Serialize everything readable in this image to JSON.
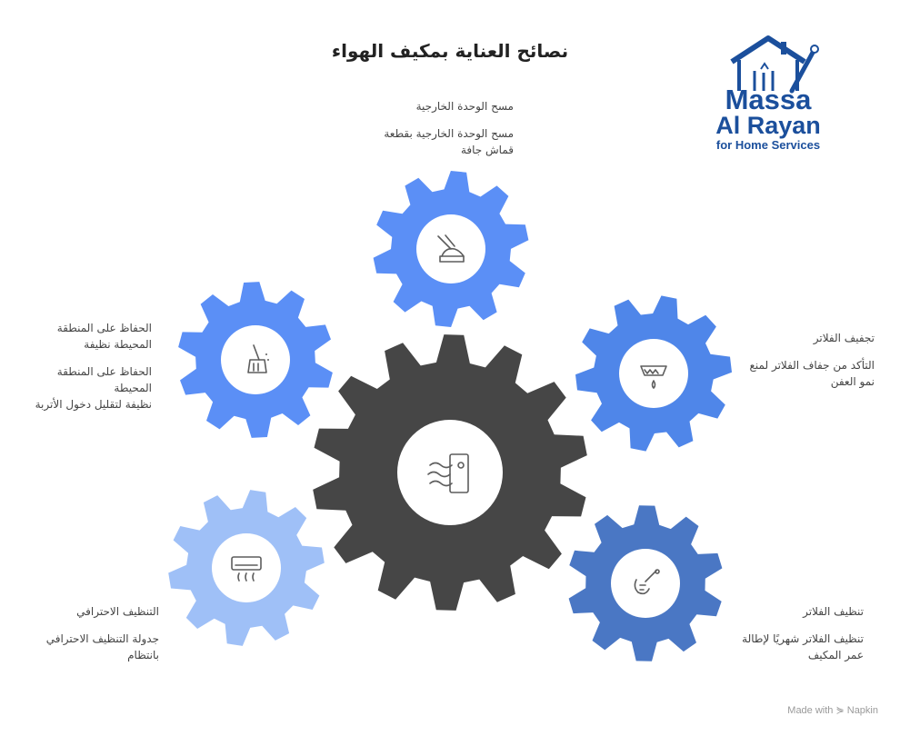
{
  "title": "نصائح العناية بمكيف الهواء",
  "colors": {
    "center": "#464646",
    "tips": [
      "#5b8ff6",
      "#5b8ff6",
      "#4f86e9",
      "#4a77c4",
      "#9fc0f7"
    ],
    "icon": "#5d5d5d",
    "logo": "#1b4f9c"
  },
  "center": {
    "icon": "ac-airflow-icon"
  },
  "tips": [
    {
      "id": "wipe-outdoor",
      "title": "مسح الوحدة الخارجية",
      "desc": [
        "مسح الوحدة الخارجية بقطعة",
        "قماش جافة"
      ],
      "icon": "cleaning-sponge-icon"
    },
    {
      "id": "keep-area-clean",
      "title": "الحفاظ على المنطقة المحيطة نظيفة",
      "desc": [
        "الحفاظ على المنطقة المحيطة",
        "نظيفة لتقليل دخول الأتربة"
      ],
      "icon": "broom-icon"
    },
    {
      "id": "dry-filters",
      "title": "تجفيف الفلاتر",
      "desc": [
        "التأكد من جفاف الفلاتر لمنع",
        "نمو العفن"
      ],
      "icon": "filter-drop-icon"
    },
    {
      "id": "clean-filters",
      "title": "تنظيف الفلاتر",
      "desc": [
        "تنظيف الفلاتر شهريًا لإطالة",
        "عمر المكيف"
      ],
      "icon": "spray-clean-icon"
    },
    {
      "id": "pro-cleaning",
      "title": "التنظيف الاحترافي",
      "desc": [
        "جدولة التنظيف الاحترافي",
        "بانتظام"
      ],
      "icon": "air-conditioner-icon"
    }
  ],
  "logo": {
    "line1": "Massa",
    "line2": "Al Rayan",
    "line3": "for Home Services"
  },
  "footer": "Made with ⋟ Napkin"
}
